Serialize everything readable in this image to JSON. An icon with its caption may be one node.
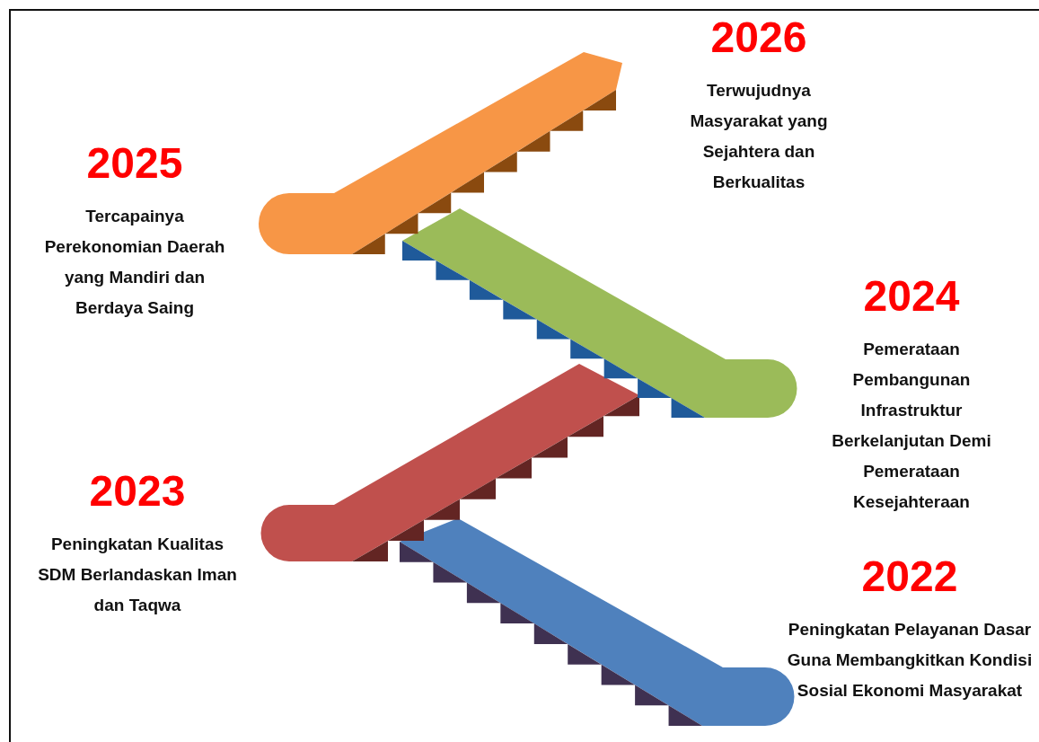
{
  "diagram": {
    "nodes": [
      {
        "text": [
          "2026",
          "Terwujudnya Masyarakat yang Sejahtera dan Berkualitas"
        ]
      },
      {
        "text": [
          "2025",
          "Tercapainya Perekonomian Daerah yang Mandiri dan Berdaya Saing"
        ]
      },
      {
        "text": [
          "2024",
          "Pemerataan Pembangunan Infrastruktur Berkelanjutan Demi Pemerataan Kesejahteraan"
        ]
      },
      {
        "text": [
          "2023",
          "Peningkatan Kualitas SDM Berlandaskan Iman dan Taqwa"
        ]
      },
      {
        "text": [
          "2022",
          "Peningkatan Pelayanan Dasar Guna Membangkitkan Kondisi Sosial Ekonomi Masyarakat"
        ]
      }
    ],
    "edges": []
  }
}
